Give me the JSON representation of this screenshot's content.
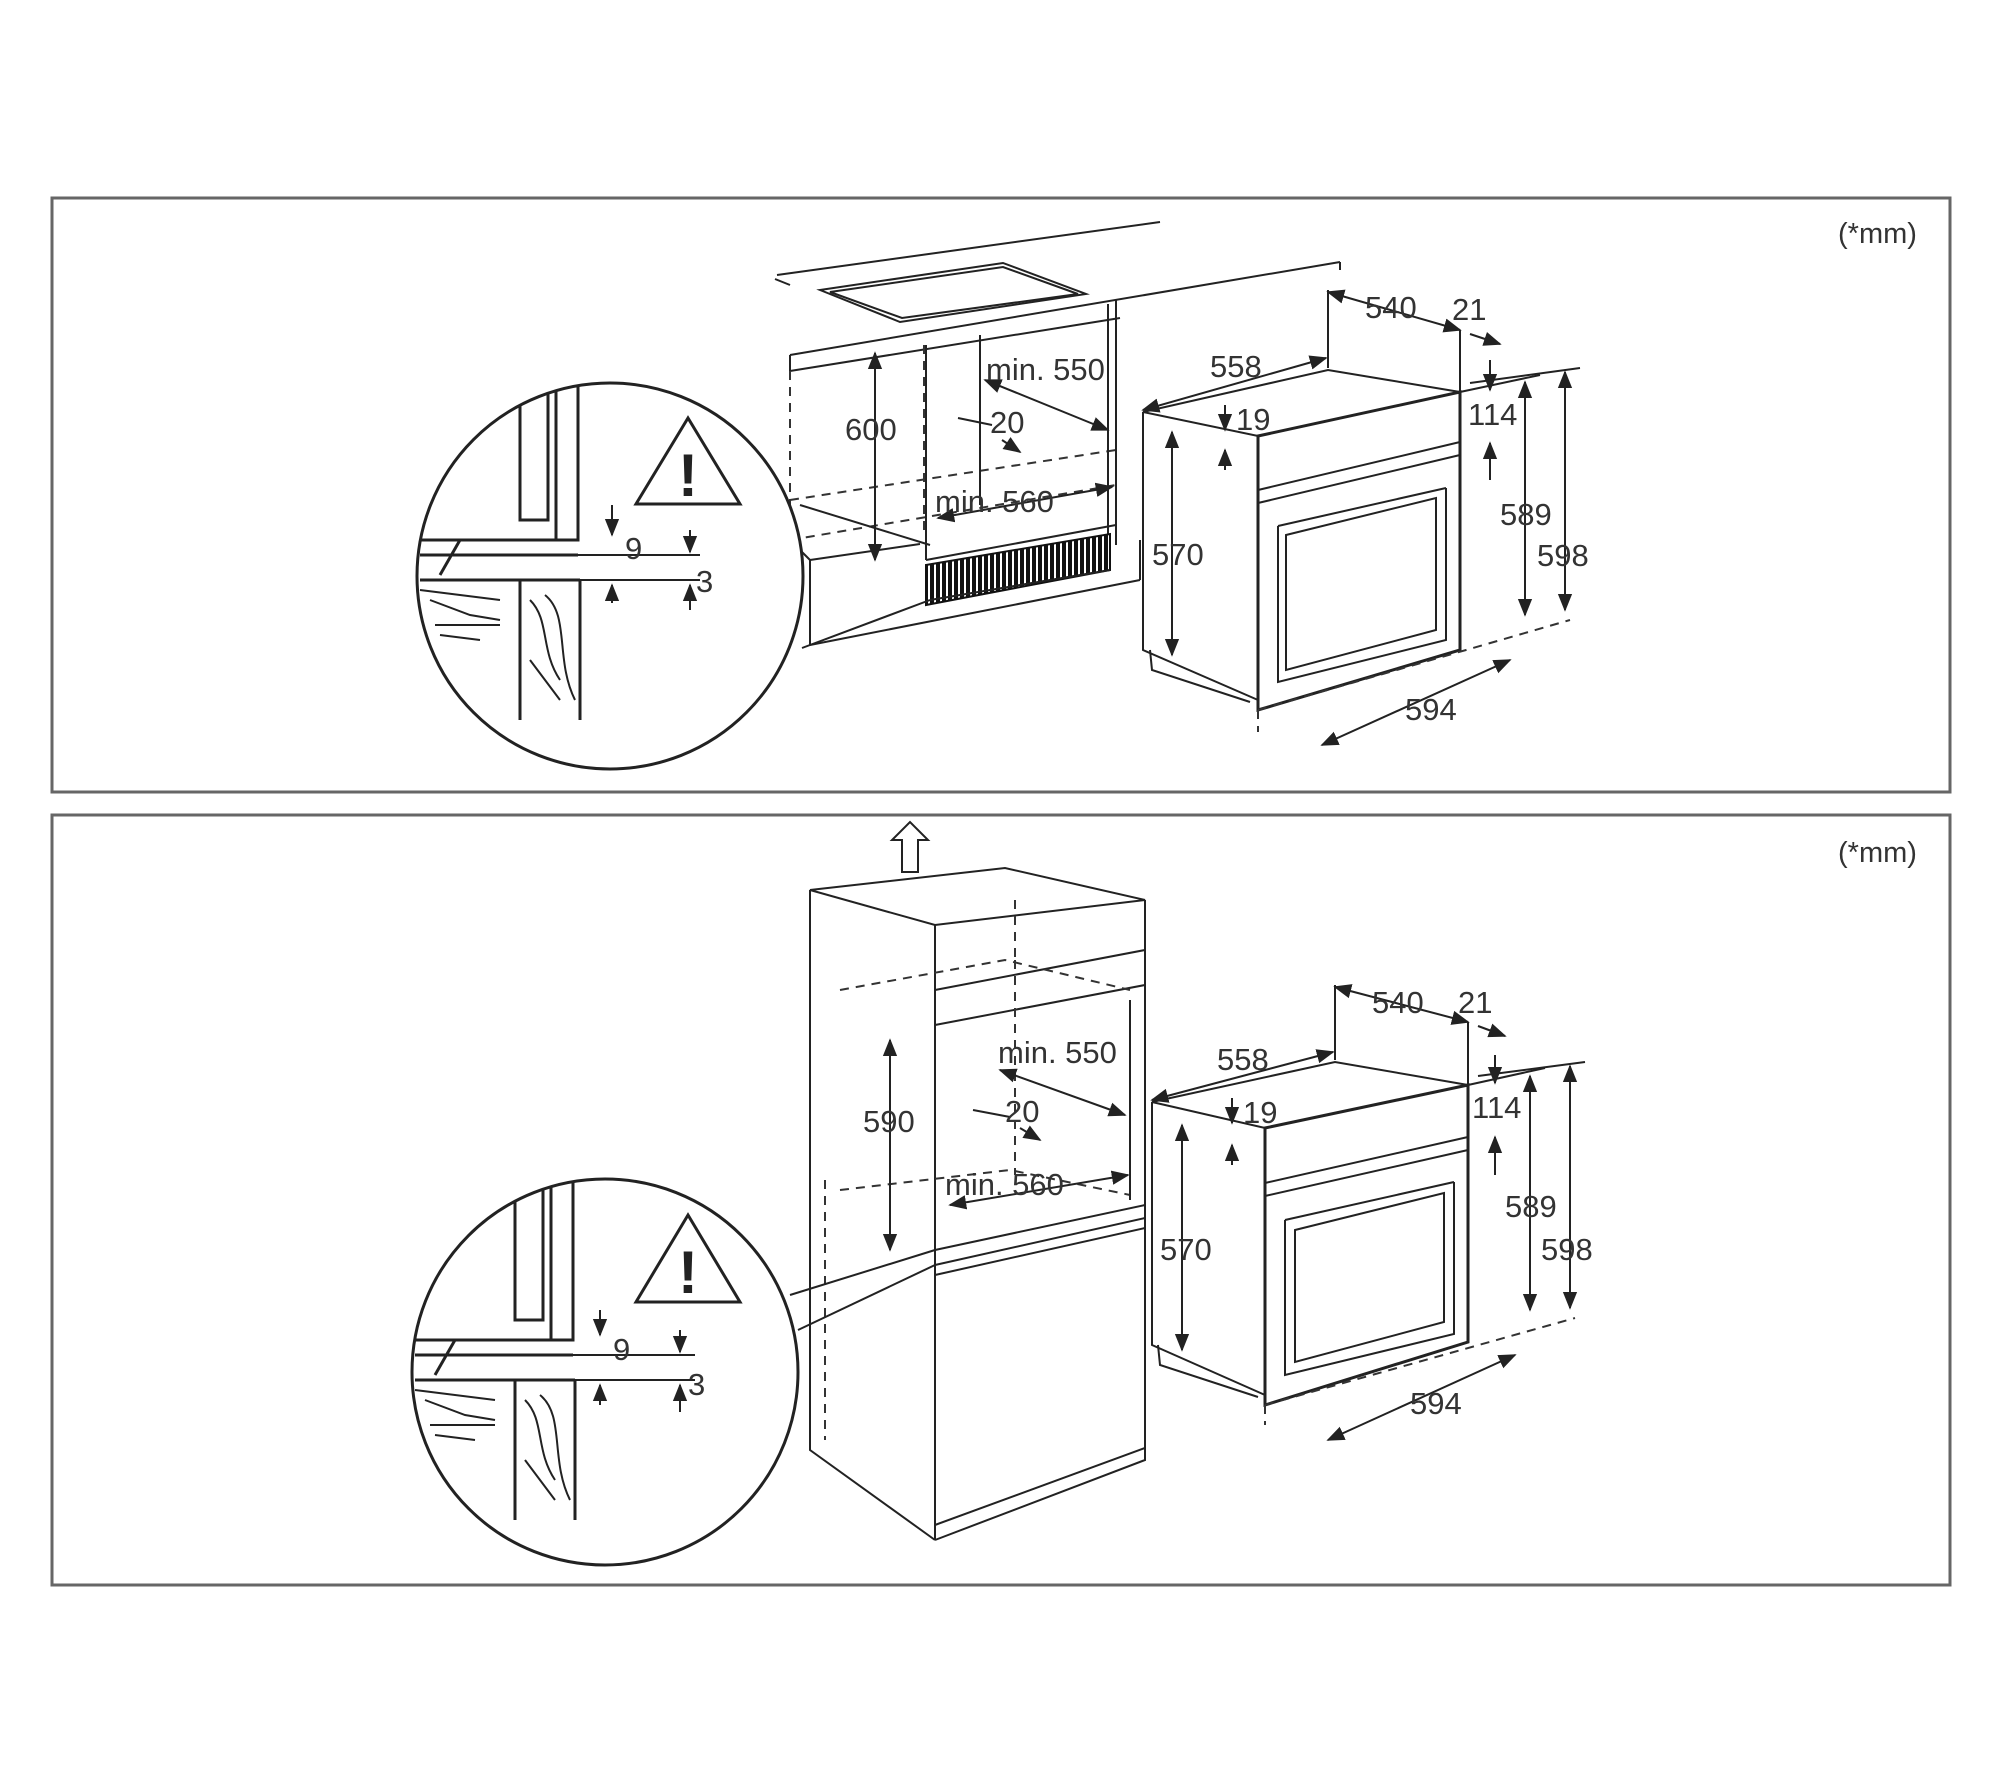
{
  "panels": [
    {
      "unit": "(*mm)",
      "niche": {
        "height": "600",
        "depth": "min. 550",
        "gap": "20",
        "width": "min. 560"
      },
      "oven": {
        "d540": "540",
        "d21": "21",
        "d558": "558",
        "d19": "19",
        "d114": "114",
        "d570": "570",
        "d589": "589",
        "d598": "598",
        "d594": "594"
      },
      "detail": {
        "warning": "!",
        "d9": "9",
        "d3": "3"
      }
    },
    {
      "unit": "(*mm)",
      "niche": {
        "height": "590",
        "depth": "min. 550",
        "gap": "20",
        "width": "min. 560"
      },
      "oven": {
        "d540": "540",
        "d21": "21",
        "d558": "558",
        "d19": "19",
        "d114": "114",
        "d570": "570",
        "d589": "589",
        "d598": "598",
        "d594": "594"
      },
      "detail": {
        "warning": "!",
        "d9": "9",
        "d3": "3"
      }
    }
  ]
}
